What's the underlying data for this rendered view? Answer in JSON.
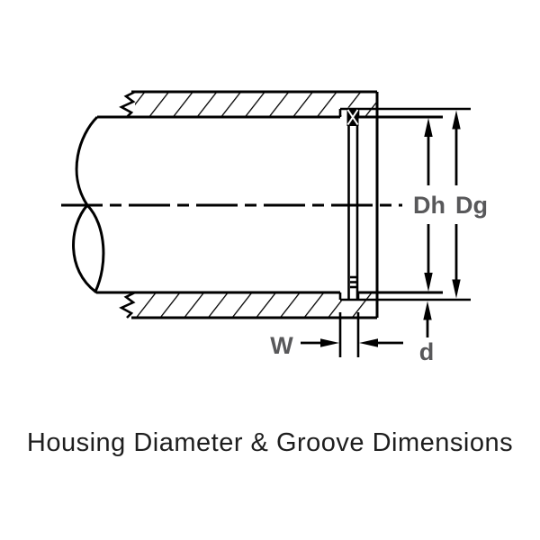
{
  "title": "Housing Diameter & Groove Dimensions",
  "labels": {
    "dh": "Dh",
    "dg": "Dg",
    "w": "W",
    "d": "d"
  },
  "colors": {
    "line": "#000000",
    "label": "#58585a",
    "title_text": "#1e1e1e",
    "background": "#ffffff"
  }
}
